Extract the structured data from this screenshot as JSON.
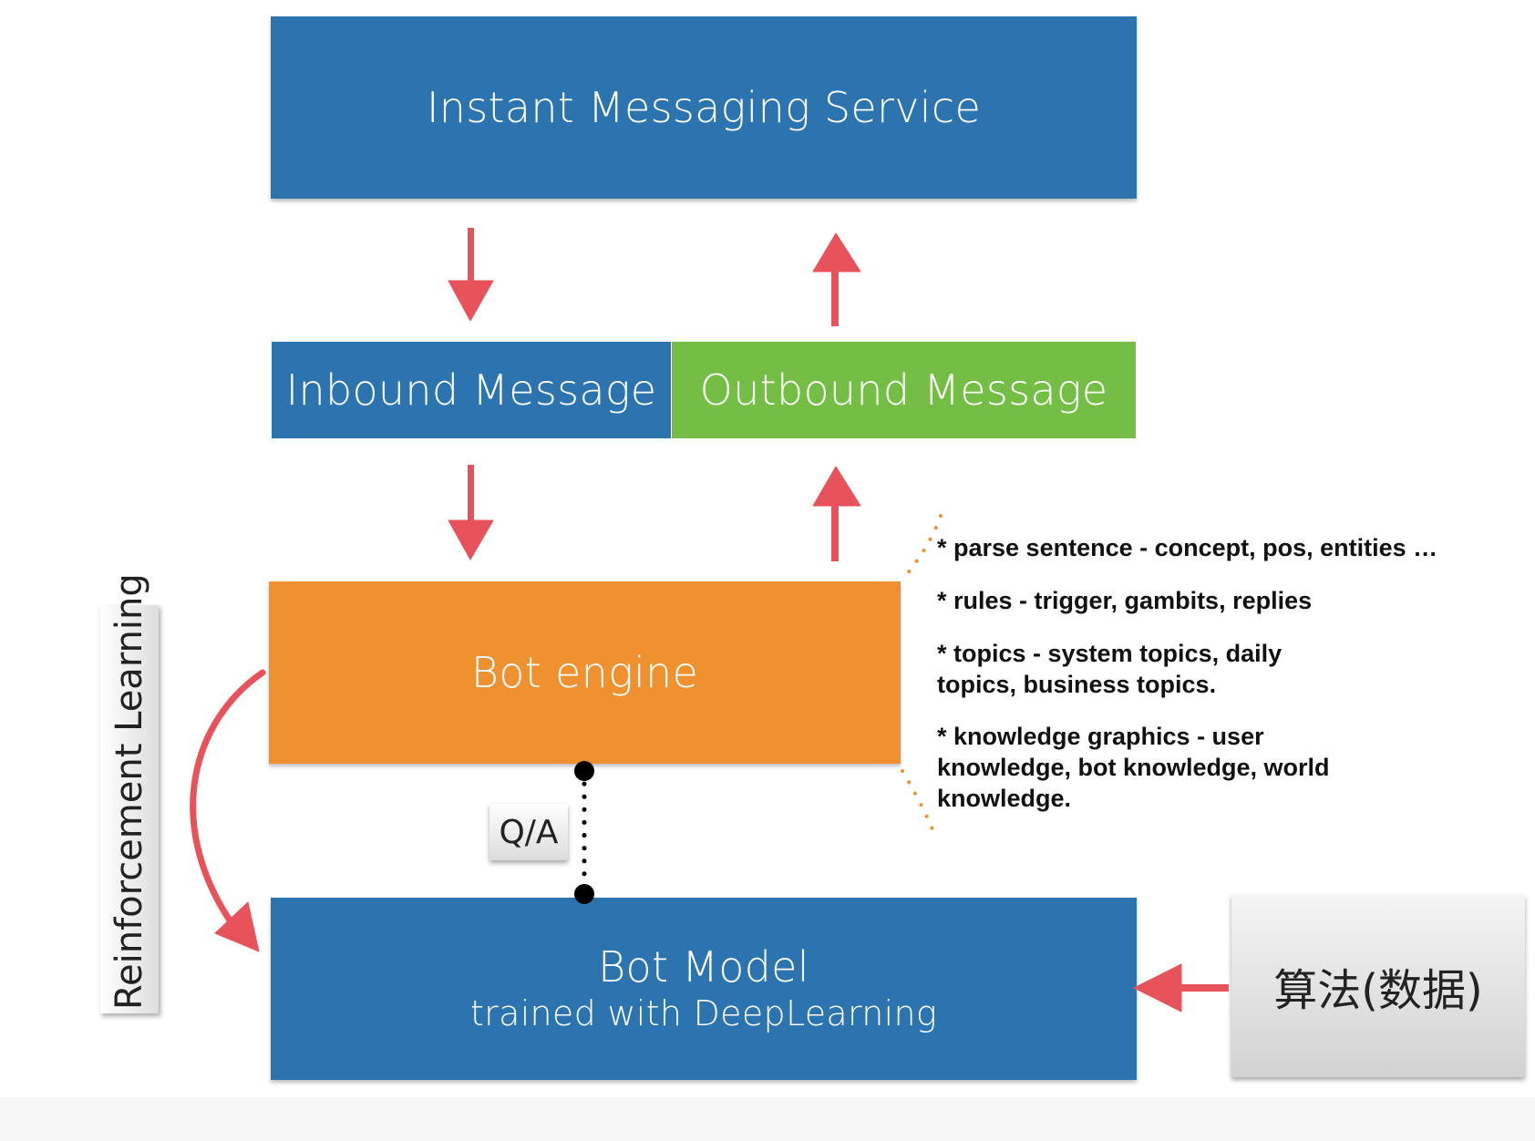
{
  "boxes": {
    "ims": "Instant Messaging Service",
    "inbound": "Inbound Message",
    "outbound": "Outbound Message",
    "engine": "Bot engine",
    "model_title": "Bot Model",
    "model_sub": "trained with DeepLearning"
  },
  "labels": {
    "qa": "Q/A",
    "reinforcement": "Reinforcement Learning",
    "algorithm": "算法(数据)"
  },
  "notes": [
    "* parse sentence - concept, pos, entities …",
    "* rules - trigger, gambits, replies",
    "* topics - system topics, daily\ntopics, business topics.",
    "* knowledge graphics - user\nknowledge, bot knowledge, world\nknowledge."
  ],
  "colors": {
    "blue": "#2b74af",
    "green": "#74be45",
    "orange": "#f0912f",
    "arrow": "#e8525a",
    "dots": "#f0912f"
  }
}
